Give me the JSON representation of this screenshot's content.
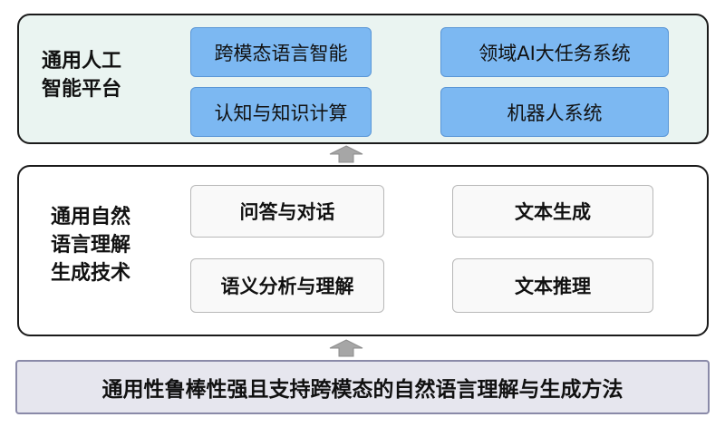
{
  "top_layer": {
    "title_line1": "通用人工",
    "title_line2": "智能平台",
    "boxes": [
      "跨模态语言智能",
      "领域AI大任务系统",
      "认知与知识计算",
      "机器人系统"
    ]
  },
  "middle_layer": {
    "title_line1": "通用自然",
    "title_line2": "语言理解",
    "title_line3": "生成技术",
    "boxes": [
      "问答与对话",
      "文本生成",
      "语义分析与理解",
      "文本推理"
    ]
  },
  "bottom_layer": {
    "text": "通用性鲁棒性强且支持跨模态的自然语言理解与生成方法"
  },
  "colors": {
    "top_background": "#eaf4f1",
    "blue_box": "#7cb8f2",
    "grey_box": "#f9f9f9",
    "bottom_background": "#e6e6ee",
    "arrow": "#a6a6a6"
  }
}
